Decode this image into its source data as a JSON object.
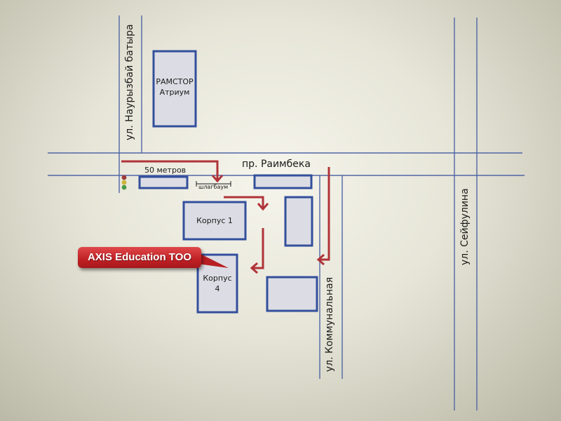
{
  "streets": {
    "naurysbai": "ул. Наурызбай батыра",
    "raimbek": "пр. Раимбека",
    "kommunalnaya": "ул. Коммунальная",
    "seifullina": "ул. Сейфулина"
  },
  "landmarks": {
    "ramstor_line1": "РАМСТОР",
    "ramstor_line2": "Атриум",
    "korpus1": "Корпус 1",
    "korpus4_line1": "Корпус",
    "korpus4_line2": "4",
    "distance": "50 метров",
    "barrier": "шлагбаум"
  },
  "callout": {
    "label": "AXIS Education TOO"
  },
  "colors": {
    "road": "#5066a6",
    "building_fill": "#dcdde4",
    "building_stroke": "#334f9c",
    "arrow": "#b03338",
    "callout": "#c0262a",
    "traffic_light_red": "#9b3a3a",
    "traffic_light_yellow": "#c9b63c",
    "traffic_light_green": "#4a9a4a"
  },
  "icons": {
    "traffic_light": "traffic-light-icon",
    "route_arrows": "arrow-icon"
  }
}
